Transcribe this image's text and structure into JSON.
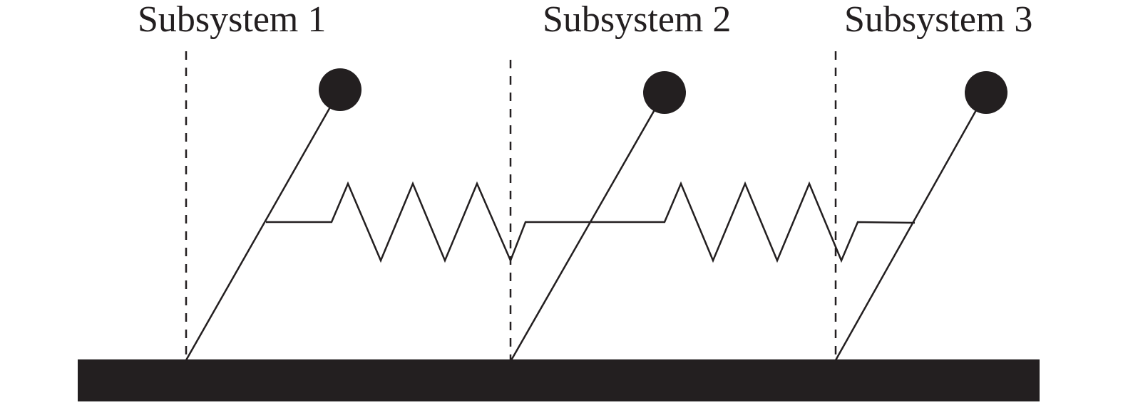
{
  "diagram": {
    "subsystems": [
      {
        "label": "Subsystem 1"
      },
      {
        "label": "Subsystem 2"
      },
      {
        "label": "Subsystem 3"
      }
    ],
    "colors": {
      "ink": "#231f20",
      "background": "#ffffff"
    },
    "components": {
      "pendulums": 3,
      "springs": 2,
      "base": "solid ground bar"
    }
  }
}
